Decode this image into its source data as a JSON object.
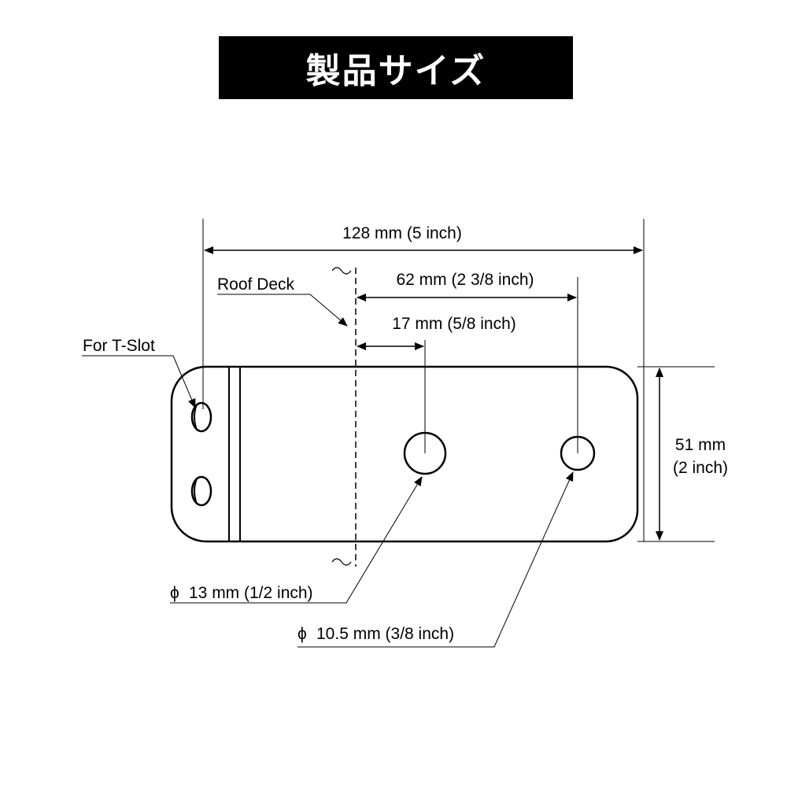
{
  "title": "製品サイズ",
  "labels": {
    "overall_length": "128 mm (5 inch)",
    "roof_deck": "Roof Deck",
    "hole_spacing": "62 mm (2 3/8 inch)",
    "edge_offset": "17 mm (5/8 inch)",
    "t_slot": "For T-Slot",
    "height_mm": "51 mm",
    "height_inch": "(2 inch)",
    "large_hole_symbol": "ϕ",
    "large_hole": "13 mm (1/2 inch)",
    "small_hole_symbol": "ϕ",
    "small_hole": "10.5 mm (3/8 inch)"
  }
}
